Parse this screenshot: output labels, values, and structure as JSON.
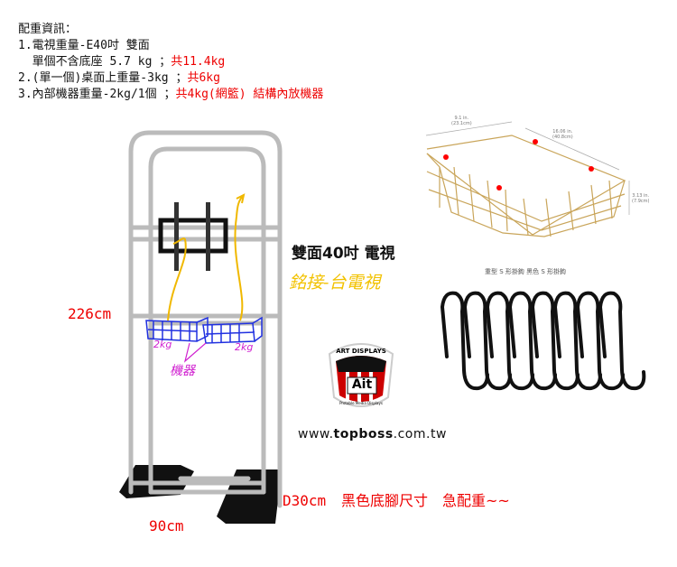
{
  "info": {
    "heading": "配重資訊：",
    "line1": "1.電視重量-E40吋 雙面",
    "line1b": "  單個不含底座 5.7 kg ；",
    "line1b_total": "共11.4kg",
    "line2": "2.(單一個)桌面上重量-3kg ；",
    "line2_total": "共6kg",
    "line3": "3.內部機器重量-2kg/1個 ；",
    "line3_total": "共4kg(網籃) 結構內放機器"
  },
  "stand": {
    "height_label": "226cm",
    "width_label": "90cm",
    "depth_label": "D30cm",
    "base_note": "黑色底腳尺寸　急配重~~",
    "basket_weight_left": "2kg",
    "basket_weight_right": "2kg",
    "machine_note": "機器"
  },
  "tv": {
    "label": "雙面40吋 電視",
    "handwritten_note": "銘接-台電視"
  },
  "basket": {
    "width": "9.1 in.",
    "width_cm": "(23.1cm)",
    "length": "16.06 in.",
    "length_cm": "(40.8cm)",
    "height": "3.13 in.",
    "height_cm": "(7.9cm)"
  },
  "hooks": {
    "caption": "重型 S 形掛鉤 黑色 S 形掛鉤"
  },
  "logo": {
    "top_text": "ART DISPLAYS",
    "center": "Ait",
    "bottom_text": "Protable Media Displays"
  },
  "website": {
    "prefix": "www.",
    "brand": "topboss",
    "suffix": ".com.tw"
  },
  "colors": {
    "accent_red": "#ee0000",
    "gold": "#c9a55a",
    "yellow_note": "#f2c200",
    "magenta": "#d020d0",
    "blue_sketch": "#2030e0"
  }
}
